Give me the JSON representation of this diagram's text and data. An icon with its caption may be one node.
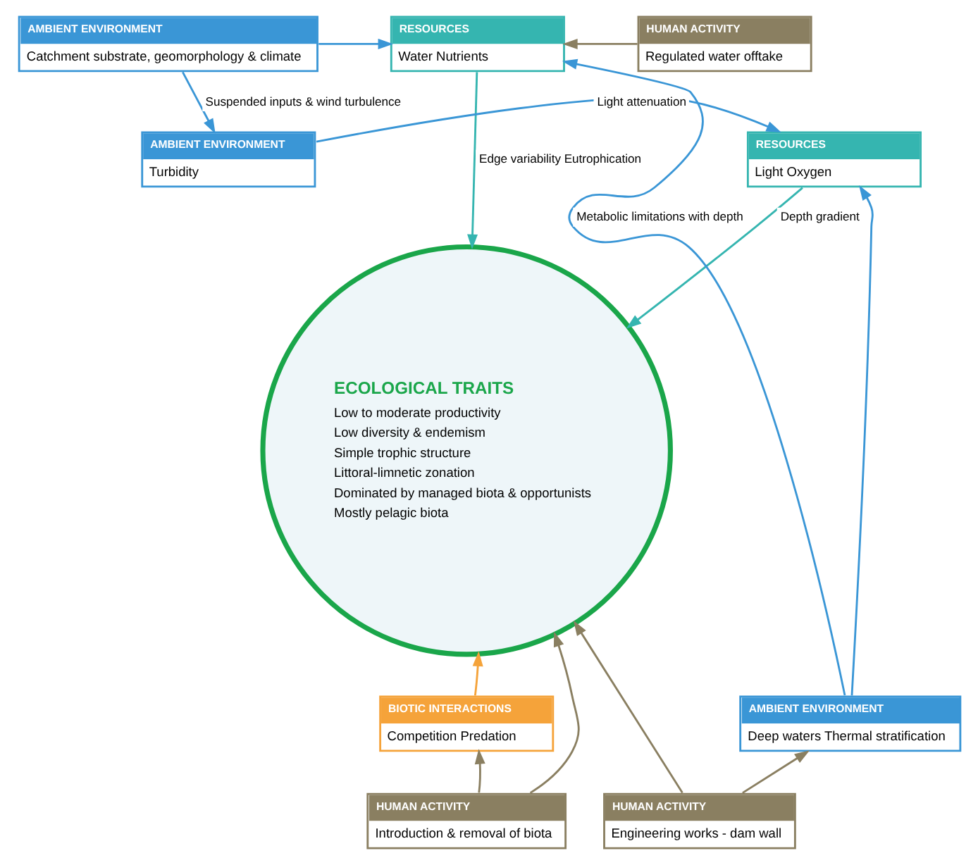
{
  "diagram": {
    "nodes": [
      {
        "text": [
          "AMBIENT ENVIRONMENT",
          "Catchment substrate, geomorphology & climate"
        ]
      },
      {
        "text": [
          "RESOURCES",
          "Water Nutrients"
        ]
      },
      {
        "text": [
          "HUMAN ACTIVITY",
          "Regulated water offtake"
        ]
      },
      {
        "text": [
          "AMBIENT ENVIRONMENT",
          "Turbidity"
        ]
      },
      {
        "text": [
          "RESOURCES",
          "Light Oxygen"
        ]
      },
      {
        "text": [
          "ECOLOGICAL TRAITS",
          "Low to moderate productivity",
          "Low diversity & endemism",
          "Simple trophic structure",
          "Littoral-limnetic zonation",
          "Dominated by managed biota & opportunists",
          "Mostly pelagic biota"
        ]
      },
      {
        "text": [
          "BIOTIC INTERACTIONS",
          "Competition Predation"
        ]
      },
      {
        "text": [
          "HUMAN ACTIVITY",
          "Introduction & removal of biota"
        ]
      },
      {
        "text": [
          "AMBIENT ENVIRONMENT",
          "Deep waters Thermal stratification"
        ]
      },
      {
        "text": [
          "HUMAN ACTIVITY",
          "Engineering works - dam wall"
        ]
      }
    ],
    "edges": [
      {
        "from": 0,
        "to": 1,
        "arrow": "to",
        "color": "#3a96d6"
      },
      {
        "from": 2,
        "to": 1,
        "arrow": "to",
        "color": "#8a7f61"
      },
      {
        "from": 8,
        "to": 1,
        "arrow": "to",
        "label": "Metabolic limitations with depth",
        "color": "#3a96d6"
      },
      {
        "from": 0,
        "to": 3,
        "arrow": "to",
        "label": "Suspended inputs & wind turbulence",
        "color": "#3a96d6"
      },
      {
        "from": 3,
        "to": 4,
        "arrow": "to",
        "label": "Light attenuation",
        "color": "#3a96d6"
      },
      {
        "from": 1,
        "to": 5,
        "arrow": "to",
        "label": "Edge variability Eutrophication",
        "color": "#35b5b0"
      },
      {
        "from": 4,
        "to": 5,
        "arrow": "to",
        "label": "Depth gradient",
        "color": "#35b5b0"
      },
      {
        "from": 8,
        "to": 4,
        "arrow": "to",
        "color": "#3a96d6"
      },
      {
        "from": 6,
        "to": 5,
        "arrow": "to",
        "color": "#f5a33a"
      },
      {
        "from": 7,
        "to": 6,
        "arrow": "to",
        "color": "#8a7f61"
      },
      {
        "from": 7,
        "to": 5,
        "arrow": "to",
        "color": "#8a7f61"
      },
      {
        "from": 9,
        "to": 5,
        "arrow": "to",
        "color": "#8a7f61"
      },
      {
        "from": 9,
        "to": 8,
        "arrow": "to",
        "color": "#8a7f61"
      }
    ]
  }
}
